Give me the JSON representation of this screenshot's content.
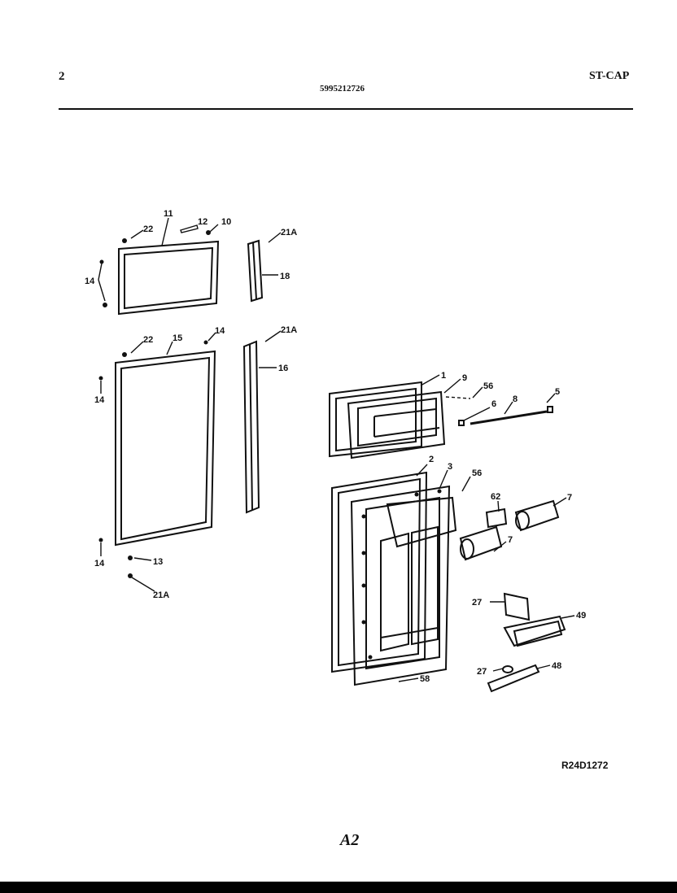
{
  "header": {
    "page_number": "2",
    "part_number": "5995212726",
    "model_code": "ST-CAP"
  },
  "footer": {
    "reference_code": "R24D1272",
    "page_label": "A2"
  },
  "callouts": {
    "c22a": "22",
    "c11": "11",
    "c12": "12",
    "c10": "10",
    "c14a": "14",
    "c21a1": "21A",
    "c18a": "18",
    "c22b": "22",
    "c15": "15",
    "c14b": "14",
    "c21a2": "21A",
    "c16": "16",
    "c14c": "14",
    "c14d": "14",
    "c13": "13",
    "c21a3": "21A",
    "c1": "1",
    "c9": "9",
    "c56a": "56",
    "c6": "6",
    "c8": "8",
    "c5": "5",
    "c2": "2",
    "c3": "3",
    "c56b": "56",
    "c62": "62",
    "c7a": "7",
    "c7b": "7",
    "c27a": "27",
    "c49": "49",
    "c27b": "27",
    "c48": "48",
    "c58": "58"
  }
}
